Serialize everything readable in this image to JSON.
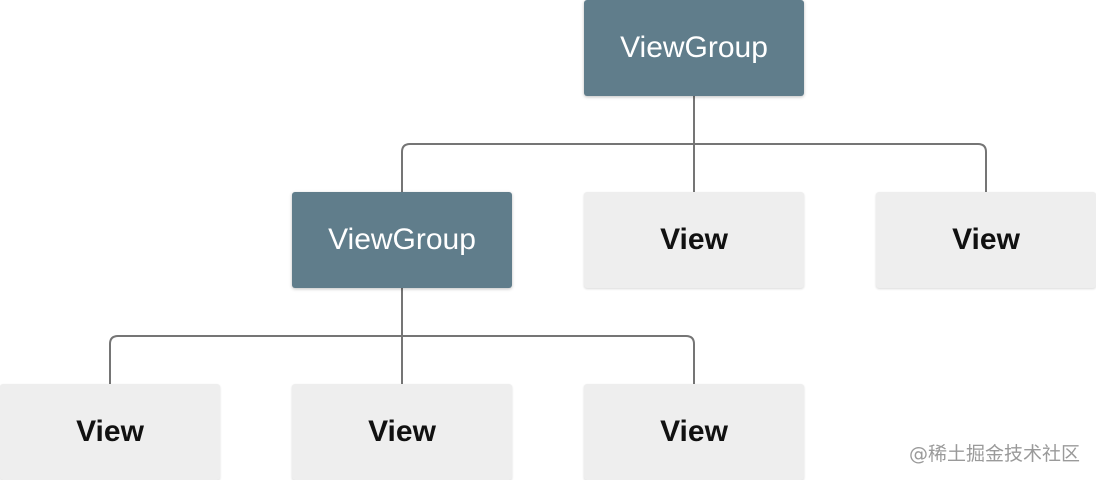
{
  "diagram": {
    "root": {
      "label": "ViewGroup"
    },
    "level1": [
      {
        "label": "ViewGroup"
      },
      {
        "label": "View"
      },
      {
        "label": "View"
      }
    ],
    "level2": [
      {
        "label": "View"
      },
      {
        "label": "View"
      },
      {
        "label": "View"
      }
    ]
  },
  "watermark": "@稀土掘金技术社区",
  "colors": {
    "group_fill": "#607d8b",
    "view_fill": "#eeeeee",
    "connector": "#757575"
  }
}
